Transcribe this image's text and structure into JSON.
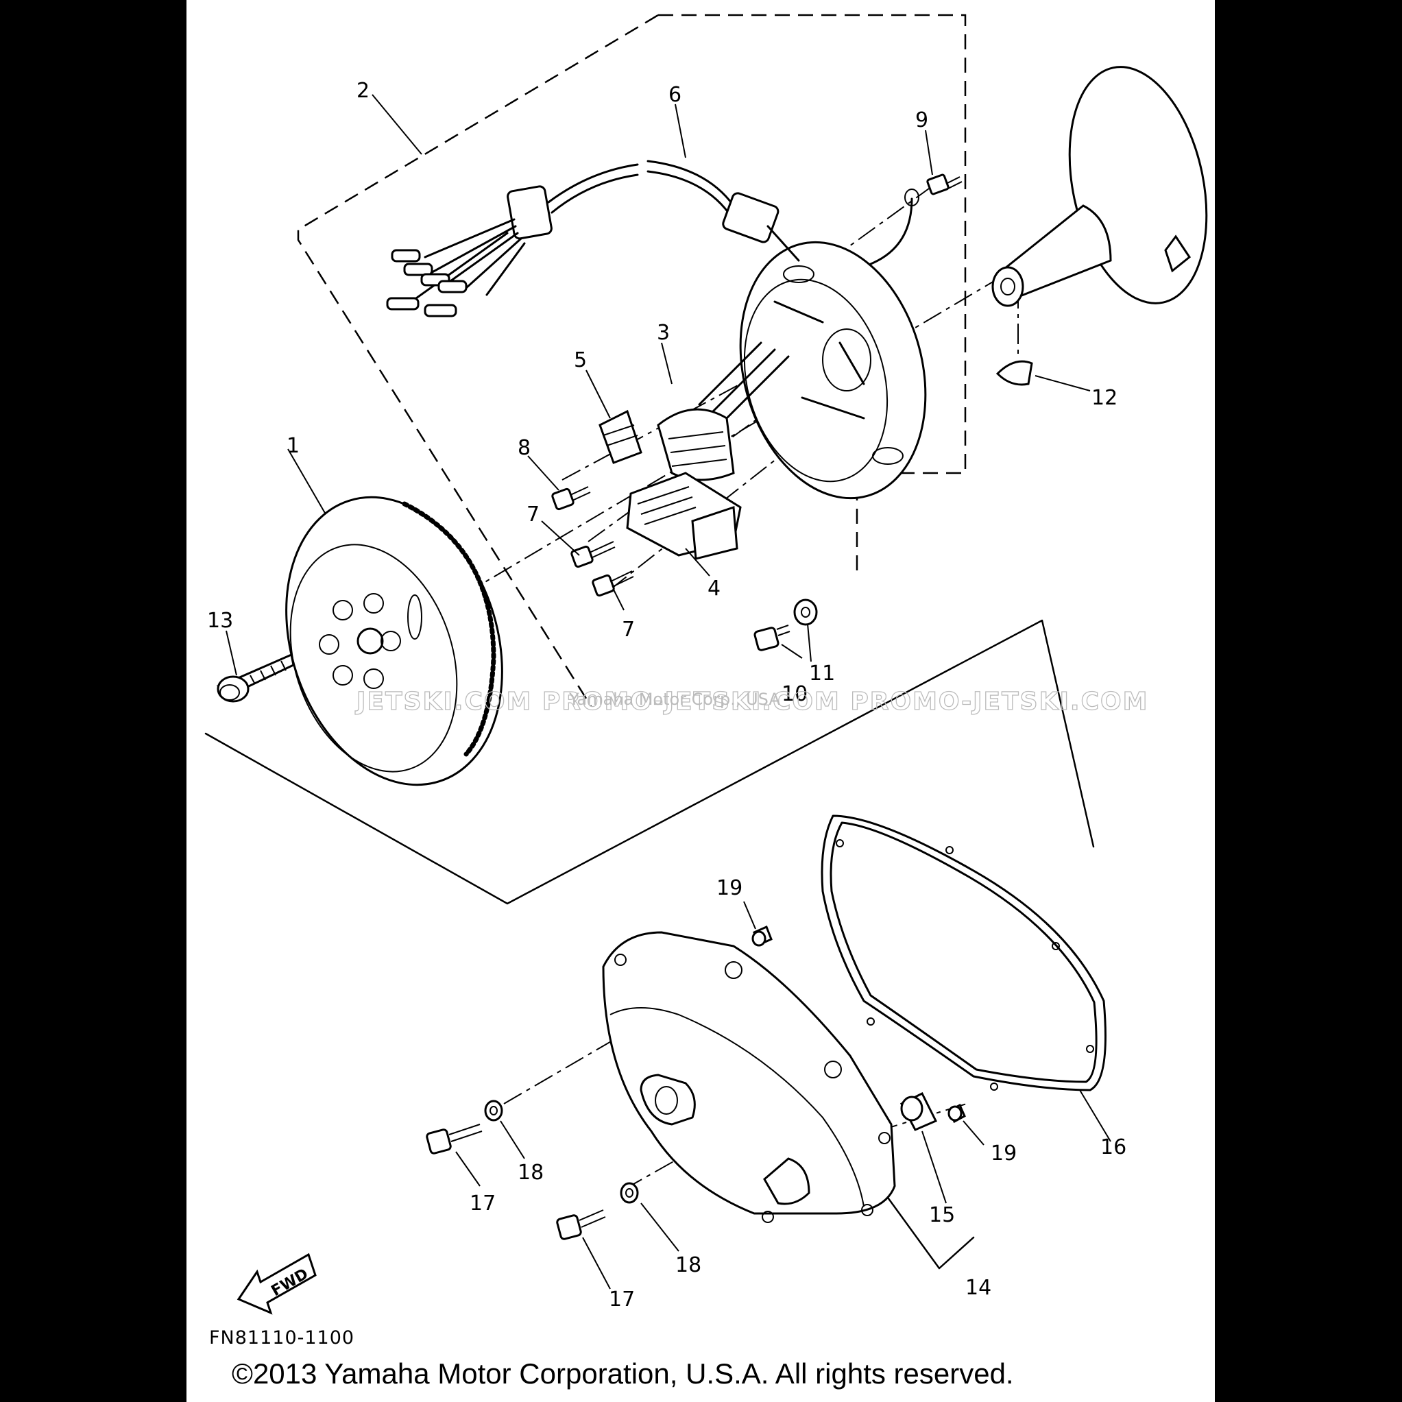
{
  "diagram": {
    "parts": [
      {
        "key": "flywheel",
        "label": "1"
      },
      {
        "key": "stator-assembly",
        "label": "2"
      },
      {
        "key": "charge-coil",
        "label": "3"
      },
      {
        "key": "source-coil",
        "label": "4"
      },
      {
        "key": "pulser-coil",
        "label": "5"
      },
      {
        "key": "lead-wire",
        "label": "6"
      },
      {
        "key": "screw-7a",
        "label": "7"
      },
      {
        "key": "screw-7b",
        "label": "7"
      },
      {
        "key": "screw-8",
        "label": "8"
      },
      {
        "key": "screw-9",
        "label": "9"
      },
      {
        "key": "bolt-10",
        "label": "10"
      },
      {
        "key": "washer-11",
        "label": "11"
      },
      {
        "key": "woodruff-key",
        "label": "12"
      },
      {
        "key": "flywheel-nut",
        "label": "13"
      },
      {
        "key": "cover-assembly",
        "label": "14"
      },
      {
        "key": "collar",
        "label": "15"
      },
      {
        "key": "gasket",
        "label": "16"
      },
      {
        "key": "bolt-17a",
        "label": "17"
      },
      {
        "key": "bolt-17b",
        "label": "17"
      },
      {
        "key": "washer-18a",
        "label": "18"
      },
      {
        "key": "washer-18b",
        "label": "18"
      },
      {
        "key": "dowel-19a",
        "label": "19"
      },
      {
        "key": "dowel-19b",
        "label": "19"
      }
    ],
    "fwd_label": "FWD",
    "figure_code": "FN81110-1100",
    "watermark": "JETSKI.COM    PROMO-JETSKI.COM    PROMO-JETSKI.COM",
    "watermark_overlay": "Yamaha Motor Corp., USA",
    "copyright": "©2013 Yamaha Motor Corporation, U.S.A. All rights reserved."
  }
}
